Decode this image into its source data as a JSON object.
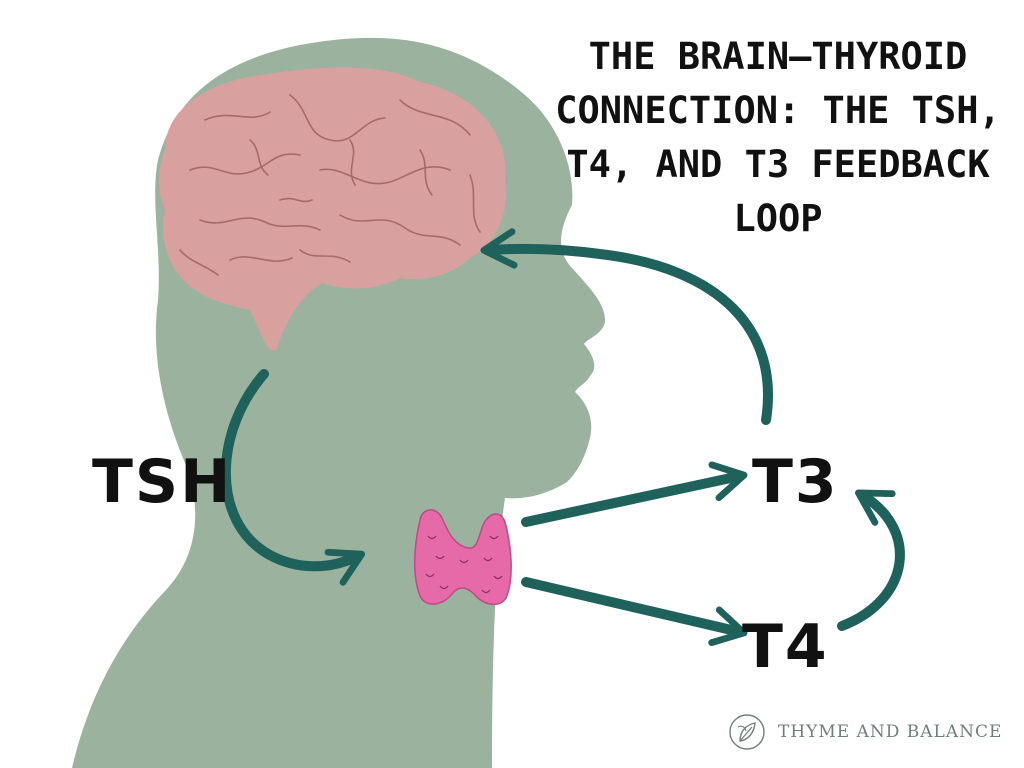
{
  "title": "The Brain–Thyroid Connection: The TSH, T4, and T3 Feedback Loop",
  "labels": {
    "tsh": "TSH",
    "t3": "T3",
    "t4": "T4"
  },
  "brand": {
    "name": "THYME AND BALANCE",
    "icon": "herb-leaf-icon"
  },
  "colors": {
    "head": "#9bb39e",
    "brain": "#d9a0a0",
    "brain_lines": "#a66a6a",
    "arrow": "#1f625b",
    "thyroid": "#e56aa7",
    "text": "#111111",
    "brand_text": "#6f7f7c"
  },
  "icons": [
    "head-silhouette",
    "brain-icon",
    "thyroid-gland-icon",
    "arrow-icon"
  ]
}
